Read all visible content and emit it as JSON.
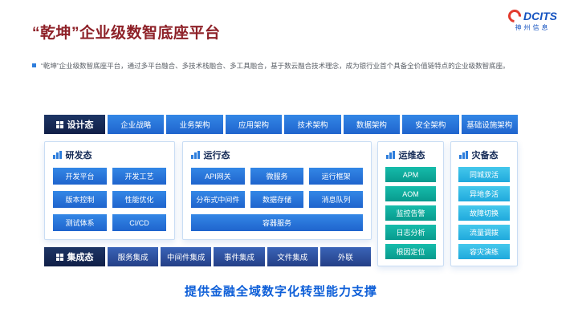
{
  "logo": {
    "brand": "DCITS",
    "company": "神州信息"
  },
  "header": {
    "title": "“乾坤”企业级数智底座平台",
    "subtitle": "“乾坤”企业级数智底座平台，通过多平台融合、多技术栈融合、多工具融合，基于数云融合技术理念，成为银行业首个具备全价值链特点的企业级数智底座。"
  },
  "design": {
    "label": "设计态",
    "items": [
      "企业战略",
      "业务架构",
      "应用架构",
      "技术架构",
      "数据架构",
      "安全架构",
      "基础设施架构"
    ]
  },
  "dev": {
    "label": "研发态",
    "items": [
      "开发平台",
      "开发工艺",
      "版本控制",
      "性能优化",
      "测试体系",
      "CI/CD"
    ]
  },
  "runtime": {
    "label": "运行态",
    "items": [
      "API网关",
      "微服务",
      "运行框架",
      "分布式中间件",
      "数据存储",
      "消息队列"
    ],
    "wide_item": "容器服务"
  },
  "ops": {
    "label": "运维态",
    "items": [
      "APM",
      "AOM",
      "监控告警",
      "日志分析",
      "根因定位"
    ]
  },
  "dr": {
    "label": "灾备态",
    "items": [
      "同城双活",
      "异地多活",
      "故障切换",
      "流量调拨",
      "容灾演练"
    ]
  },
  "integration": {
    "label": "集成态",
    "items": [
      "服务集成",
      "中间件集成",
      "事件集成",
      "文件集成",
      "外联"
    ]
  },
  "footer": {
    "text": "提供金融全域数字化转型能力支撑"
  },
  "colors": {
    "title_red": "#8e2128",
    "primary_blue": "#2577dd",
    "dark_navy": "#16274f",
    "teal": "#0fb2a2",
    "cyan": "#38c3e9",
    "integration_blue": "#2c4f9e",
    "footer_blue": "#0e5fd8",
    "logo_blue": "#1553c0",
    "logo_red": "#e23b2e"
  }
}
